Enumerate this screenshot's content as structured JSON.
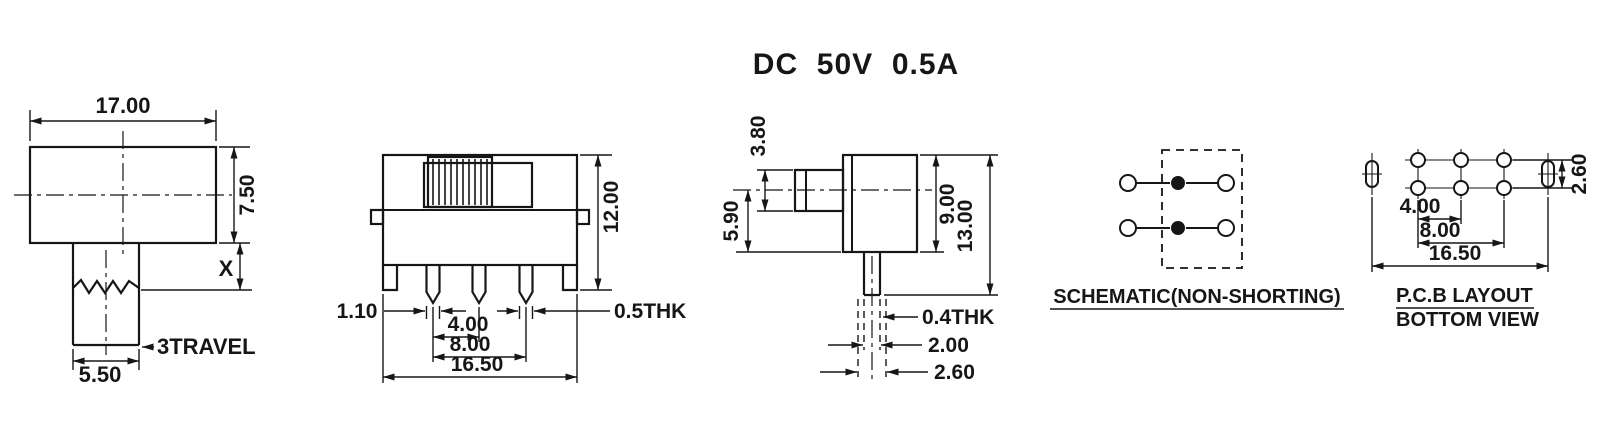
{
  "title": "DC  50V  0.5A",
  "top_view": {
    "width": "17.00",
    "height": "7.50",
    "travel_x": "X",
    "travel_note": "3TRAVEL",
    "knob_width": "5.50"
  },
  "front_view": {
    "body_height": "12.00",
    "pin_width": "1.10",
    "pin_pitch": "4.00",
    "pin_span": "8.00",
    "overall_width": "16.50",
    "terminal_thickness": "0.5THK"
  },
  "side_view": {
    "knob_height": "3.80",
    "knob_center_offset": "5.90",
    "body_height": "9.00",
    "overall_height": "13.00",
    "pin_thickness": "0.4THK",
    "pin_width": "2.00",
    "pin_tip": "2.60"
  },
  "schematic": {
    "label": "SCHEMATIC(NON-SHORTING)"
  },
  "pcb": {
    "row_pitch": "2.60",
    "hole_pitch": "4.00",
    "hole_span": "8.00",
    "slot_span": "16.50",
    "label_line1": "P.C.B LAYOUT",
    "label_line2": "BOTTOM VIEW"
  }
}
